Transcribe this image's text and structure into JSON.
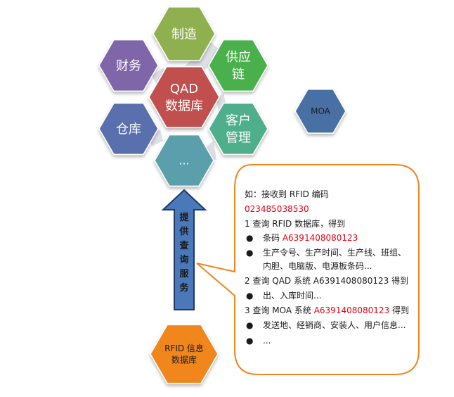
{
  "hexagons": {
    "manufacturing": [
      "制造"
    ],
    "finance": [
      "财务"
    ],
    "supply_chain": [
      "供应",
      "链"
    ],
    "qad_db": [
      "QAD",
      "数据库"
    ],
    "warehouse": [
      "仓库"
    ],
    "customer_mgmt": [
      "客户",
      "管理"
    ],
    "more": [
      "..."
    ],
    "moa": [
      "MOA"
    ],
    "rfid_db": [
      "RFID 信息",
      "数据库"
    ]
  },
  "arrow_label": [
    "提",
    "供",
    "查",
    "询",
    "服",
    "务"
  ],
  "callout": {
    "intro": "如：接收到 RFID 编码",
    "rfid_code": "023485038530",
    "step1": "1 查询 RFID 数据库，得到",
    "step1_bullet1_prefix": "条码 ",
    "step1_bullet1_code": "A6391408080123",
    "step1_bullet2_line1": "生产令号、生产时间、生产线、班组、",
    "step1_bullet2_line2": "内胆、电脑版、电源板条码...",
    "step2": "2 查询 QAD 系统 A6391408080123 得到",
    "step2_bullet1": "出、入库时间...",
    "step3_prefix": "3 查询 MOA 系统 ",
    "step3_code": "A6391408080123",
    "step3_suffix": " 得到",
    "step3_bullet1": "发送地、经销商、安装人、用户信息...",
    "step3_bullet2": "..."
  },
  "colors": {
    "manufacturing": "#8fb04f",
    "finance": "#7e66a8",
    "supply_chain": "#49b04b",
    "qad_db": "#c0504d",
    "warehouse": "#5a6fae",
    "customer_mgmt": "#4fae8c",
    "more": "#5a9fab",
    "moa": "#4a6fa5",
    "rfid_db": "#f0861f",
    "arrow_fill": "#4a78b8",
    "callout_border": "#f0861f",
    "highlight_red": "#e60012"
  }
}
